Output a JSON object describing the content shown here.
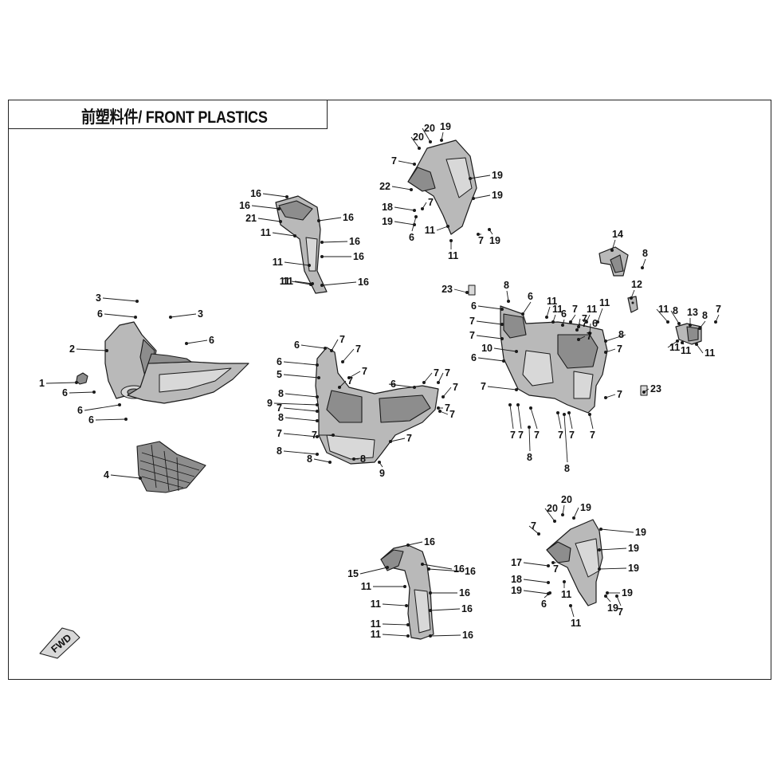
{
  "title": "前塑料件/ FRONT PLASTICS",
  "fwd_label": "FWD",
  "callouts": [
    {
      "id": "c1",
      "text": "1"
    },
    {
      "id": "c2",
      "text": "2"
    },
    {
      "id": "c3a",
      "text": "3"
    },
    {
      "id": "c3b",
      "text": "3"
    },
    {
      "id": "c4",
      "text": "4"
    },
    {
      "id": "c5",
      "text": "5"
    },
    {
      "id": "c6a",
      "text": "6"
    },
    {
      "id": "c6b",
      "text": "6"
    },
    {
      "id": "c6c",
      "text": "6"
    },
    {
      "id": "c6d",
      "text": "6"
    },
    {
      "id": "c6e",
      "text": "6"
    },
    {
      "id": "c6f",
      "text": "6"
    },
    {
      "id": "c6g",
      "text": "6"
    },
    {
      "id": "c6h",
      "text": "6"
    },
    {
      "id": "c6i",
      "text": "6"
    },
    {
      "id": "c6j",
      "text": "6"
    },
    {
      "id": "c6k",
      "text": "6"
    },
    {
      "id": "c6l",
      "text": "6"
    },
    {
      "id": "c6m",
      "text": "6"
    },
    {
      "id": "c6n",
      "text": "6"
    },
    {
      "id": "c6o",
      "text": "6"
    },
    {
      "id": "c7a",
      "text": "7"
    },
    {
      "id": "c7b",
      "text": "7"
    },
    {
      "id": "c7c",
      "text": "7"
    },
    {
      "id": "c7d",
      "text": "7"
    },
    {
      "id": "c7e",
      "text": "7"
    },
    {
      "id": "c7f",
      "text": "7"
    },
    {
      "id": "c7g",
      "text": "7"
    },
    {
      "id": "c7h",
      "text": "7"
    },
    {
      "id": "c7i",
      "text": "7"
    },
    {
      "id": "c7j",
      "text": "7"
    },
    {
      "id": "c7k",
      "text": "7"
    },
    {
      "id": "c7l",
      "text": "7"
    },
    {
      "id": "c7m",
      "text": "7"
    },
    {
      "id": "c7n",
      "text": "7"
    },
    {
      "id": "c7o",
      "text": "7"
    },
    {
      "id": "c7p",
      "text": "7"
    },
    {
      "id": "c7q",
      "text": "7"
    },
    {
      "id": "c7r",
      "text": "7"
    },
    {
      "id": "c7s",
      "text": "7"
    },
    {
      "id": "c7t",
      "text": "7"
    },
    {
      "id": "c7u",
      "text": "7"
    },
    {
      "id": "c7v",
      "text": "7"
    },
    {
      "id": "c7w",
      "text": "7"
    },
    {
      "id": "c7x",
      "text": "7"
    },
    {
      "id": "c7y",
      "text": "7"
    },
    {
      "id": "c7z",
      "text": "7"
    },
    {
      "id": "c7aa",
      "text": "7"
    },
    {
      "id": "c7ab",
      "text": "7"
    },
    {
      "id": "c7ac",
      "text": "7"
    },
    {
      "id": "c7ad",
      "text": "7"
    },
    {
      "id": "c7ae",
      "text": "7"
    },
    {
      "id": "c7af",
      "text": "7"
    },
    {
      "id": "c7ag",
      "text": "7"
    },
    {
      "id": "c7ah",
      "text": "7"
    },
    {
      "id": "c7ai",
      "text": "7"
    },
    {
      "id": "c8a",
      "text": "8"
    },
    {
      "id": "c8b",
      "text": "8"
    },
    {
      "id": "c8c",
      "text": "8"
    },
    {
      "id": "c8d",
      "text": "8"
    },
    {
      "id": "c8e",
      "text": "8"
    },
    {
      "id": "c8f",
      "text": "8"
    },
    {
      "id": "c8g",
      "text": "8"
    },
    {
      "id": "c8h",
      "text": "8"
    },
    {
      "id": "c8i",
      "text": "8"
    },
    {
      "id": "c8j",
      "text": "8"
    },
    {
      "id": "c8k",
      "text": "8"
    },
    {
      "id": "c8l",
      "text": "8"
    },
    {
      "id": "c9a",
      "text": "9"
    },
    {
      "id": "c9b",
      "text": "9"
    },
    {
      "id": "c10",
      "text": "10"
    },
    {
      "id": "c11a",
      "text": "11"
    },
    {
      "id": "c11b",
      "text": "11"
    },
    {
      "id": "c11c",
      "text": "11"
    },
    {
      "id": "c11d",
      "text": "11"
    },
    {
      "id": "c11e",
      "text": "11"
    },
    {
      "id": "c11f",
      "text": "11"
    },
    {
      "id": "c11g",
      "text": "11"
    },
    {
      "id": "c11h",
      "text": "11"
    },
    {
      "id": "c11i",
      "text": "11"
    },
    {
      "id": "c11j",
      "text": "11"
    },
    {
      "id": "c11k",
      "text": "11"
    },
    {
      "id": "c11l",
      "text": "11"
    },
    {
      "id": "c11m",
      "text": "11"
    },
    {
      "id": "c11n",
      "text": "11"
    },
    {
      "id": "c11o",
      "text": "11"
    },
    {
      "id": "c11p",
      "text": "11"
    },
    {
      "id": "c11q",
      "text": "11"
    },
    {
      "id": "c11r",
      "text": "11"
    },
    {
      "id": "c11s",
      "text": "11"
    },
    {
      "id": "c11t",
      "text": "11"
    },
    {
      "id": "c12",
      "text": "12"
    },
    {
      "id": "c13",
      "text": "13"
    },
    {
      "id": "c14",
      "text": "14"
    },
    {
      "id": "c15",
      "text": "15"
    },
    {
      "id": "c16a",
      "text": "16"
    },
    {
      "id": "c16b",
      "text": "16"
    },
    {
      "id": "c16c",
      "text": "16"
    },
    {
      "id": "c16d",
      "text": "16"
    },
    {
      "id": "c16e",
      "text": "16"
    },
    {
      "id": "c16f",
      "text": "16"
    },
    {
      "id": "c16g",
      "text": "16"
    },
    {
      "id": "c16h",
      "text": "16"
    },
    {
      "id": "c16i",
      "text": "16"
    },
    {
      "id": "c16j",
      "text": "16"
    },
    {
      "id": "c16k",
      "text": "16"
    },
    {
      "id": "c16l",
      "text": "16"
    },
    {
      "id": "c17",
      "text": "17"
    },
    {
      "id": "c18a",
      "text": "18"
    },
    {
      "id": "c18b",
      "text": "18"
    },
    {
      "id": "c19a",
      "text": "19"
    },
    {
      "id": "c19b",
      "text": "19"
    },
    {
      "id": "c19c",
      "text": "19"
    },
    {
      "id": "c19d",
      "text": "19"
    },
    {
      "id": "c19e",
      "text": "19"
    },
    {
      "id": "c19f",
      "text": "19"
    },
    {
      "id": "c19g",
      "text": "19"
    },
    {
      "id": "c19h",
      "text": "19"
    },
    {
      "id": "c19i",
      "text": "19"
    },
    {
      "id": "c19j",
      "text": "19"
    },
    {
      "id": "c19k",
      "text": "19"
    },
    {
      "id": "c19l",
      "text": "19"
    },
    {
      "id": "c20a",
      "text": "20"
    },
    {
      "id": "c20b",
      "text": "20"
    },
    {
      "id": "c20c",
      "text": "20"
    },
    {
      "id": "c20d",
      "text": "20"
    },
    {
      "id": "c21",
      "text": "21"
    },
    {
      "id": "c22",
      "text": "22"
    },
    {
      "id": "c23a",
      "text": "23"
    },
    {
      "id": "c23b",
      "text": "23"
    }
  ]
}
